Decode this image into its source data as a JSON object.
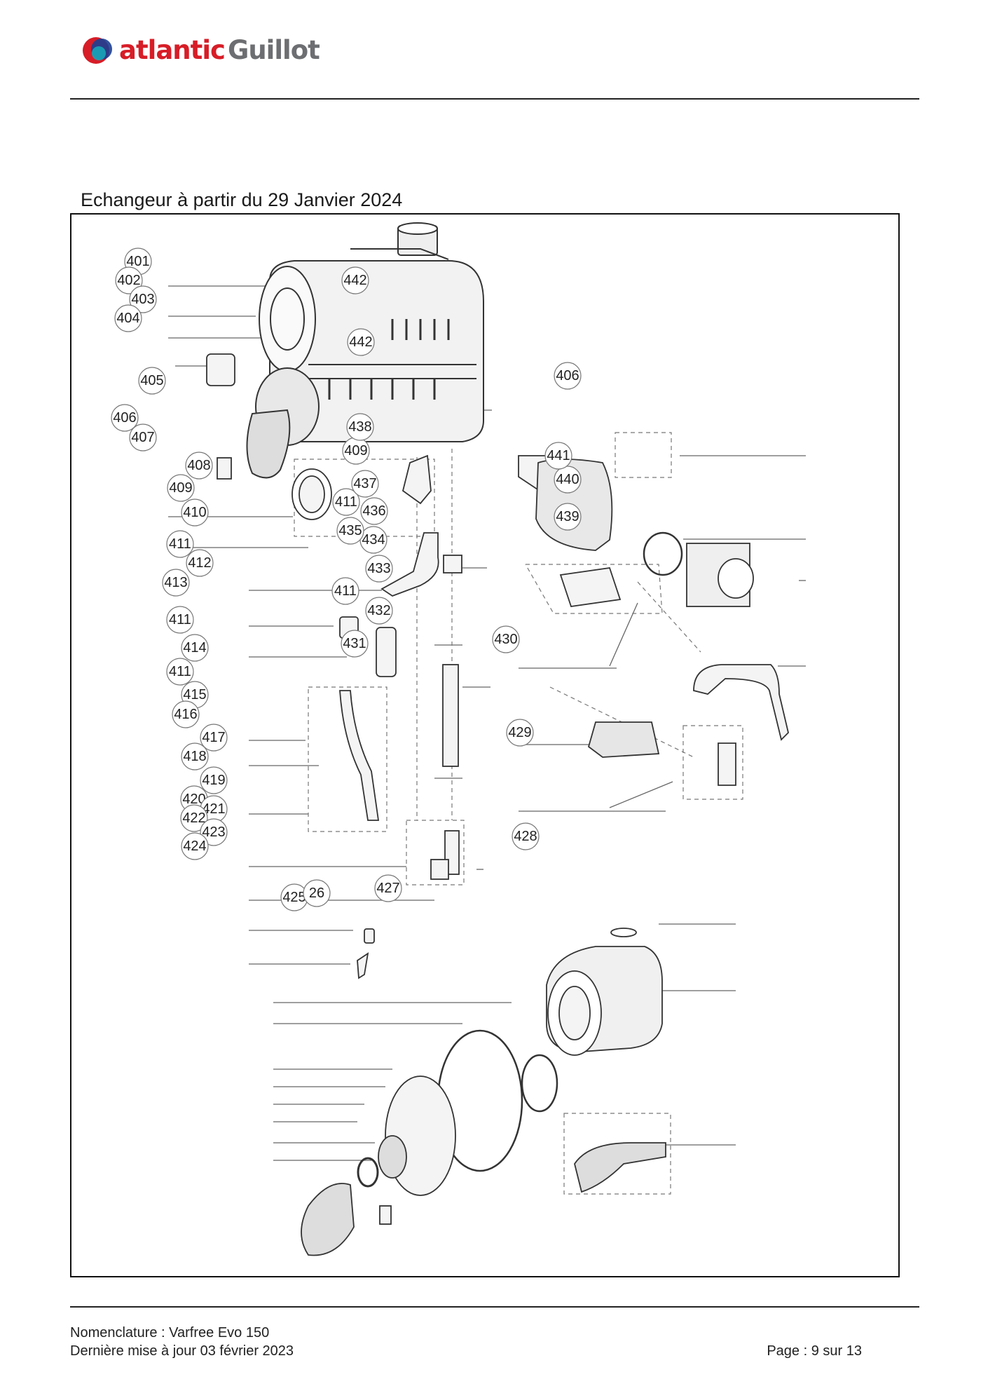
{
  "header": {
    "logo_brand_1": "atlantic",
    "logo_brand_2": "Guillot"
  },
  "section": {
    "title": "Echangeur à partir du 29 Janvier 2024"
  },
  "diagram": {
    "labels": [
      "401",
      "402",
      "403",
      "404",
      "405",
      "406",
      "406",
      "407",
      "408",
      "409",
      "410",
      "411",
      "412",
      "413",
      "411",
      "414",
      "411",
      "415",
      "416",
      "417",
      "418",
      "419",
      "420",
      "421",
      "422",
      "423",
      "424",
      "425",
      "26",
      "427",
      "428",
      "429",
      "430",
      "431",
      "432",
      "411",
      "433",
      "434",
      "435",
      "436",
      "411",
      "437",
      "409",
      "438",
      "442",
      "442",
      "439",
      "440",
      "441"
    ]
  },
  "footer": {
    "nomenclature": "Nomenclature : Varfree Evo 150",
    "updated": "Dernière mise à jour 03 février 2023",
    "page": "Page : 9 sur 13"
  },
  "colors": {
    "brand_red": "#d71d27",
    "brand_grey": "#6d6e71"
  }
}
